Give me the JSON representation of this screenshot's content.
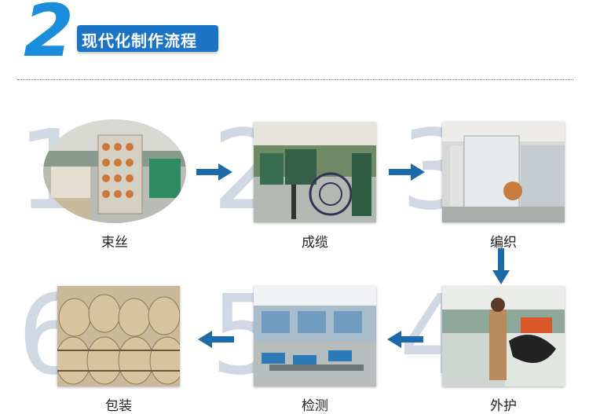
{
  "header": {
    "number": "2",
    "title": "现代化制作流程"
  },
  "steps": [
    {
      "num": "1",
      "label": "束丝"
    },
    {
      "num": "2",
      "label": "成缆"
    },
    {
      "num": "3",
      "label": "编织"
    },
    {
      "num": "4",
      "label": "外护"
    },
    {
      "num": "5",
      "label": "检测"
    },
    {
      "num": "6",
      "label": "包装"
    }
  ],
  "colors": {
    "accent": "#1a8ddc",
    "badge": "#1b74c6",
    "arrow": "#1d6aa8",
    "ghost_number": "#cfd8e3"
  }
}
